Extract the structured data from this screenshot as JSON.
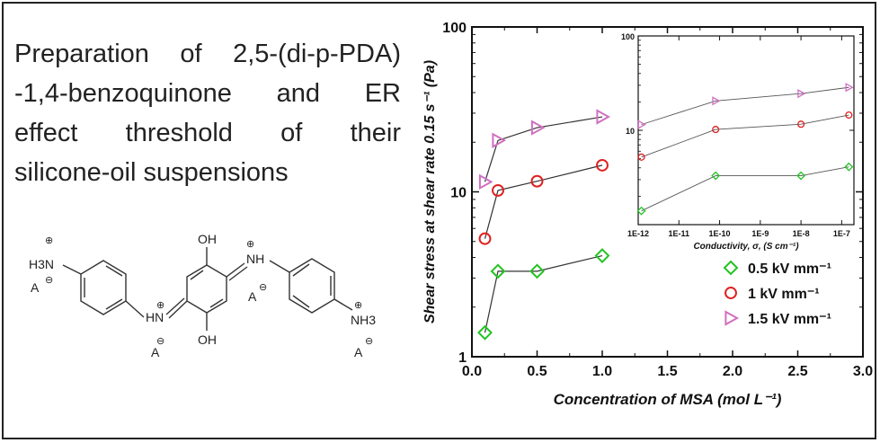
{
  "caption": {
    "line1": "Preparation of 2,5-(di-p-PDA)",
    "line2": "-1,4-benzoquinone and ER",
    "line3": "effect threshold of their",
    "line4": "silicone-oil suspensions"
  },
  "molecule": {
    "labels": {
      "oh_top": "OH",
      "oh_bottom": "OH",
      "nh3_left": "H3N",
      "nh3_right": "NH3",
      "nh_right": "NH",
      "hn_left": "HN",
      "anion": "A",
      "plus": "⊕",
      "minus": "⊖"
    }
  },
  "chart_data": [
    {
      "type": "scatter",
      "title": "",
      "xlabel": "Concentration of MSA (mol L⁻¹)",
      "ylabel": "Shear stress at shear rate 0.15 s⁻¹ (Pa)",
      "xlim": [
        0,
        3.0
      ],
      "ylim": [
        1,
        100
      ],
      "y_scale": "log",
      "x_ticks": [
        "0.0",
        "0.5",
        "1.0",
        "1.5",
        "2.0",
        "2.5",
        "3.0"
      ],
      "y_ticks": [
        "1",
        "10",
        "100"
      ],
      "legend_position": "bottom-right",
      "series": [
        {
          "name": "0.5 kV mm⁻¹",
          "marker": "diamond",
          "color": "#22c322",
          "x": [
            0.1,
            0.2,
            0.5,
            1.0
          ],
          "y": [
            1.4,
            3.3,
            3.3,
            4.1
          ]
        },
        {
          "name": "1 kV mm⁻¹",
          "marker": "circle",
          "color": "#e02020",
          "x": [
            0.1,
            0.2,
            0.5,
            1.0
          ],
          "y": [
            5.2,
            10.2,
            11.6,
            14.5
          ]
        },
        {
          "name": "1.5 kV mm⁻¹",
          "marker": "triangle-right",
          "color": "#d070c0",
          "x": [
            0.1,
            0.2,
            0.5,
            1.0
          ],
          "y": [
            11.5,
            20.5,
            24.5,
            28.5
          ]
        }
      ]
    },
    {
      "type": "scatter",
      "title": "",
      "xlabel": "Conductivity, σ, (S cm⁻¹)",
      "ylabel": "",
      "x_scale": "log",
      "y_scale": "log",
      "xlim": [
        1e-12,
        2e-07
      ],
      "ylim": [
        1,
        100
      ],
      "x_ticks": [
        "1E-12",
        "1E-11",
        "1E-10",
        "1E-9",
        "1E-8",
        "1E-7"
      ],
      "y_ticks": [
        "10",
        "100"
      ],
      "series": [
        {
          "name": "0.5 kV mm⁻¹",
          "marker": "diamond",
          "color": "#22c322",
          "x": [
            1.2e-12,
            8e-11,
            1e-08,
            1.5e-07
          ],
          "y": [
            1.4,
            3.3,
            3.3,
            4.1
          ]
        },
        {
          "name": "1 kV mm⁻¹",
          "marker": "circle",
          "color": "#e02020",
          "x": [
            1.2e-12,
            8e-11,
            1e-08,
            1.5e-07
          ],
          "y": [
            5.2,
            10.2,
            11.6,
            14.5
          ]
        },
        {
          "name": "1.5 kV mm⁻¹",
          "marker": "triangle-right",
          "color": "#d070c0",
          "x": [
            1.2e-12,
            8e-11,
            1e-08,
            1.5e-07
          ],
          "y": [
            11.5,
            20.5,
            24.5,
            28.5
          ]
        }
      ]
    }
  ]
}
